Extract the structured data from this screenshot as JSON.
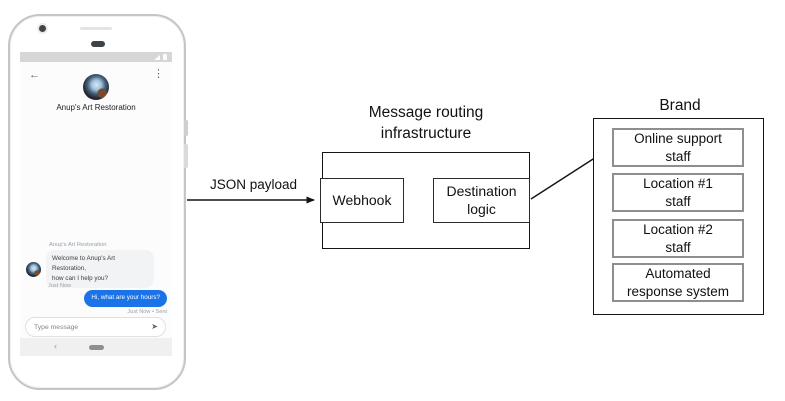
{
  "phone": {
    "status_bar": {
      "signal_icon": "signal-triangle",
      "battery_icon": "battery"
    },
    "header": {
      "back_icon": "←",
      "menu_icon": "⋮",
      "title": "Anup's Art Restoration"
    },
    "conversation": {
      "sender_label": "Anup's Art Restoration",
      "incoming": {
        "text": "Welcome to Anup's Art Restoration,\nhow can I help you?",
        "timestamp": "Just Now"
      },
      "outgoing": {
        "text": "Hi, what are your hours?",
        "timestamp": "Just Now • Sent"
      }
    },
    "composer": {
      "placeholder": "Type message",
      "send_icon": "➤"
    },
    "nav": {
      "back_icon": "‹"
    }
  },
  "diagram": {
    "payload_arrow_label": "JSON payload",
    "routing": {
      "title": "Message routing\ninfrastructure",
      "webhook_label": "Webhook",
      "destination_label": "Destination\nlogic"
    },
    "brand": {
      "title": "Brand",
      "boxes": [
        "Online support\nstaff",
        "Location #1\nstaff",
        "Location #2\nstaff",
        "Automated\nresponse system"
      ]
    }
  },
  "colors": {
    "outgoing_bubble": "#1a73e8",
    "incoming_bubble": "#f1f3f4",
    "status_bar": "#d6d6d6",
    "box_border_dark": "#141414",
    "box_border_gray": "#8e8e8e"
  }
}
